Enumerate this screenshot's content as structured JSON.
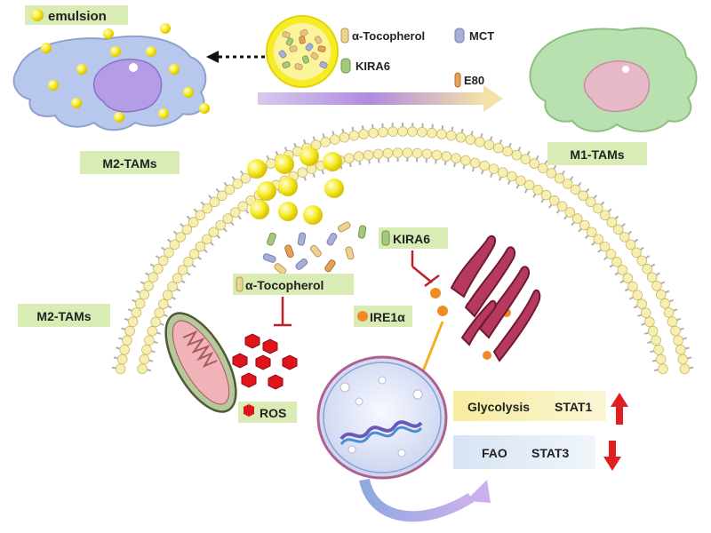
{
  "labels": {
    "emulsion": "emulsion",
    "m2_tams_top": "M2-TAMs",
    "m1_tams": "M1-TAMs",
    "m2_tams_main": "M2-TAMs",
    "alpha_tocopherol_legend": "α-Tocopherol",
    "mct_legend": "MCT",
    "kira6_legend": "KIRA6",
    "e80_legend": "E80",
    "alpha_tocopherol_box": "α-Tocopherol",
    "kira6_box": "KIRA6",
    "ire1a": "IRE1α",
    "ros": "ROS",
    "glycolysis": "Glycolysis",
    "stat1": "STAT1",
    "fao": "FAO",
    "stat3": "STAT3"
  },
  "colors": {
    "label_box": "#d9ecb5",
    "emulsion_yellow": "#f7ec2a",
    "m2_cell": "#b8c8ec",
    "m1_cell": "#b9e0b0",
    "nucleus_m2": "#b59ce6",
    "nucleus_m1": "#e7b9c6",
    "membrane_head": "#f7efb0",
    "ros_red": "#e0141c",
    "er_red": "#9a2a48",
    "ire1a_orange": "#f08a24",
    "up_arrow": "#e02020",
    "down_arrow": "#e02020"
  }
}
